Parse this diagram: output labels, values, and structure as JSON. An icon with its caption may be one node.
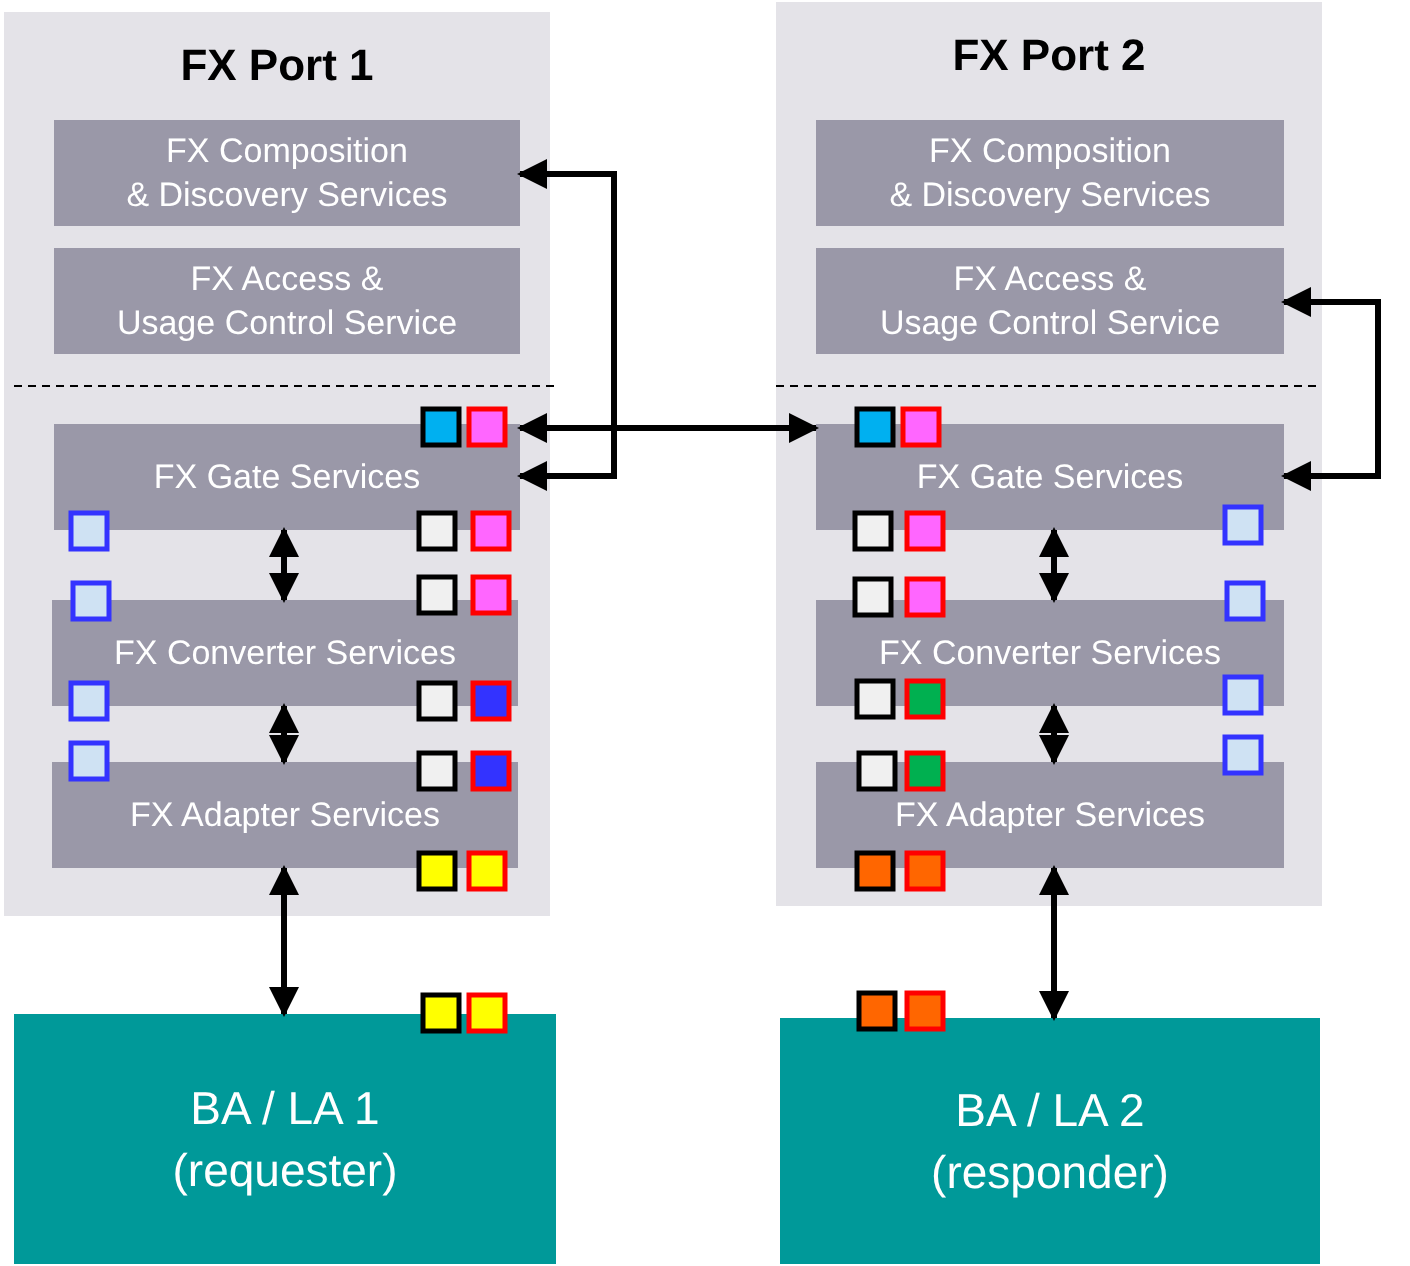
{
  "diagram": {
    "nodes": [
      {
        "text": [
          "FX Port 1"
        ]
      },
      {
        "text": [
          "FX Composition & Discovery Services"
        ],
        "in": 0
      },
      {
        "text": [
          "FX Access & Usage Control Service"
        ],
        "in": 0
      },
      {
        "text": [
          "FX Gate Services"
        ],
        "in": 0
      },
      {
        "text": [
          "FX Converter Services"
        ],
        "in": 0
      },
      {
        "text": [
          "FX Adapter Services"
        ],
        "in": 0
      },
      {
        "text": [
          "FX Port 2"
        ]
      },
      {
        "text": [
          "FX Composition & Discovery Services"
        ],
        "in": 6
      },
      {
        "text": [
          "FX Access & Usage Control Service"
        ],
        "in": 6
      },
      {
        "text": [
          "FX Gate Services"
        ],
        "in": 6
      },
      {
        "text": [
          "FX Converter Services"
        ],
        "in": 6
      },
      {
        "text": [
          "FX Adapter Services"
        ],
        "in": 6
      },
      {
        "text": [
          "BA / LA 1 (requester)"
        ]
      },
      {
        "text": [
          "BA / LA 2 (responder)"
        ]
      }
    ],
    "edges": [
      {
        "from": 1,
        "to": 3,
        "arrow": "both"
      },
      {
        "from": 3,
        "to": 9,
        "arrow": "both"
      },
      {
        "from": 8,
        "to": 9,
        "arrow": "both"
      },
      {
        "from": 3,
        "to": 4,
        "arrow": "both"
      },
      {
        "from": 4,
        "to": 5,
        "arrow": "both"
      },
      {
        "from": 5,
        "to": 12,
        "arrow": "both"
      },
      {
        "from": 9,
        "to": 10,
        "arrow": "both"
      },
      {
        "from": 10,
        "to": 11,
        "arrow": "both"
      },
      {
        "from": 11,
        "to": 13,
        "arrow": "both"
      }
    ]
  }
}
